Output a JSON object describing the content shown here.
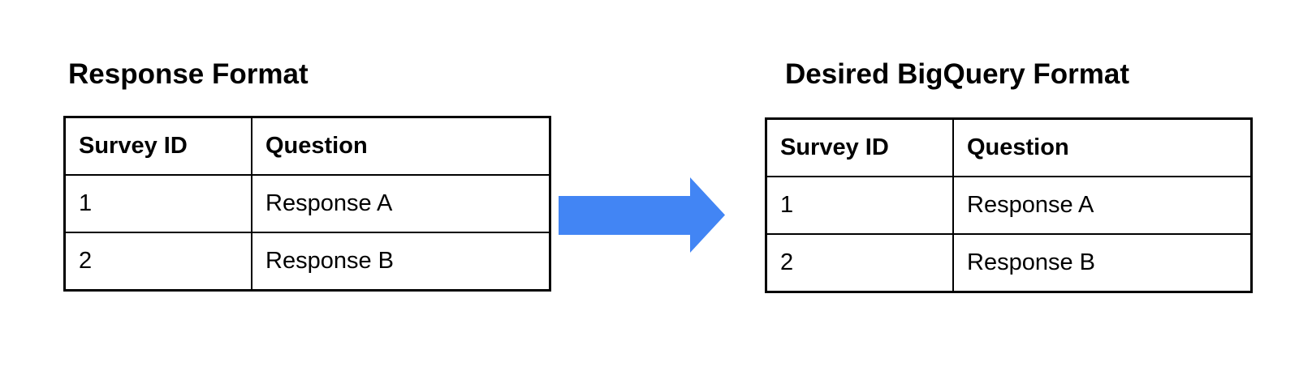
{
  "page": {
    "background_color": "#ffffff",
    "text_color": "#000000",
    "border_color": "#000000"
  },
  "left_panel": {
    "title": "Response Format",
    "table": {
      "headers": [
        "Survey ID",
        "Question"
      ],
      "rows": [
        [
          "1",
          "Response A"
        ],
        [
          "2",
          "Response B"
        ]
      ]
    }
  },
  "arrow": {
    "direction": "right",
    "color": "#4285F4",
    "meaning": "transformation from response format to BigQuery format"
  },
  "right_panel": {
    "title": "Desired BigQuery Format",
    "table": {
      "headers": [
        "Survey ID",
        "Question"
      ],
      "rows": [
        [
          "1",
          "Response A"
        ],
        [
          "2",
          "Response B"
        ]
      ]
    }
  }
}
